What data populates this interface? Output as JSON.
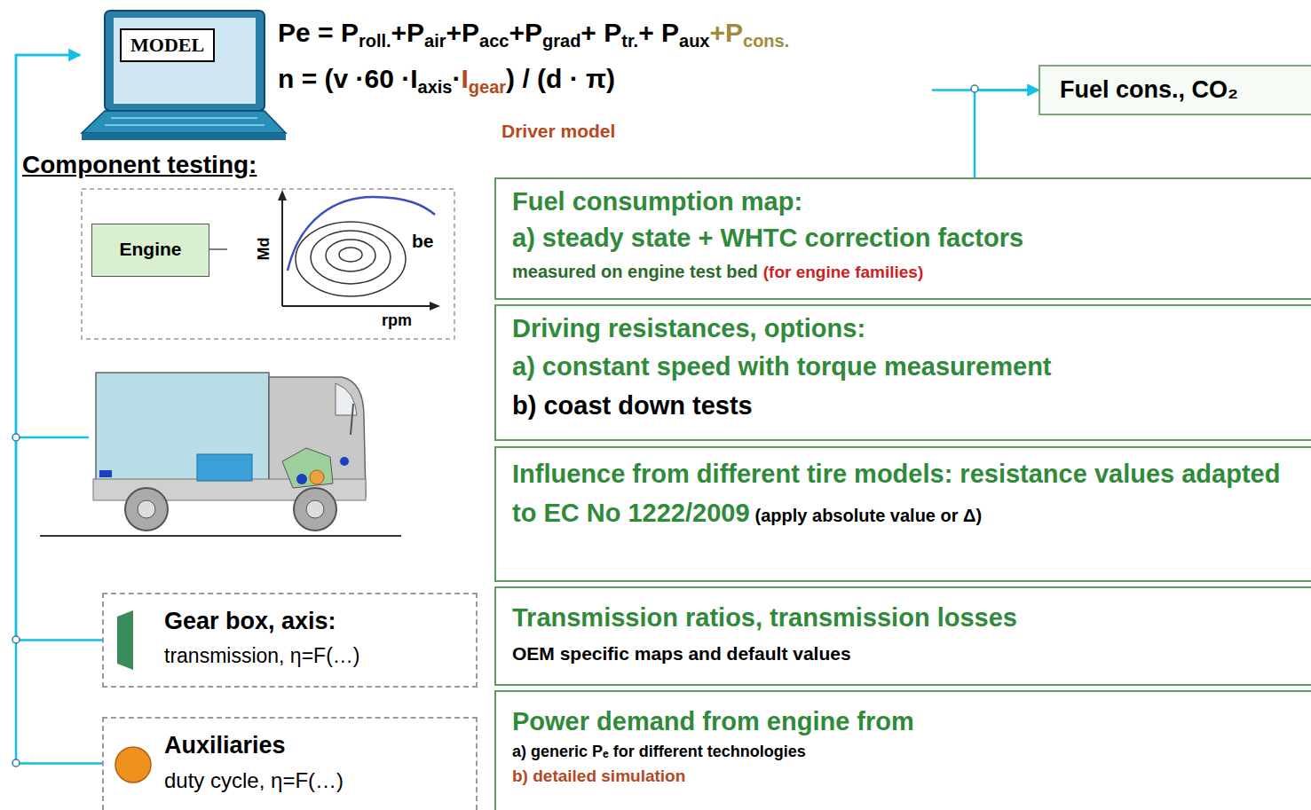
{
  "diagram": {
    "nodes": [
      {
        "text": [
          "MODEL"
        ]
      },
      {
        "text": [
          "Fuel cons., CO₂"
        ]
      },
      {
        "text": [
          "Engine"
        ]
      },
      {
        "text": [
          "Gear box, axis:",
          "transmission, η=F(…)"
        ]
      },
      {
        "text": [
          "Auxiliaries",
          "duty cycle, η=F(…)"
        ]
      },
      {
        "text": [
          "Fuel consumption map:",
          "a) steady state + WHTC correction factors",
          "measured on engine test bed",
          "(for engine families)"
        ]
      },
      {
        "text": [
          "Driving resistances, options:",
          "a) constant speed with torque measurement",
          "b) coast down tests"
        ]
      },
      {
        "text": [
          "Influence from different tire models: resistance values adapted to EC No 1222/2009",
          "(apply absolute value or Δ)"
        ]
      },
      {
        "text": [
          "Transmission ratios, transmission losses",
          "OEM specific maps and default values"
        ]
      },
      {
        "text": [
          "Power demand from engine from",
          "a) generic Pₑ for different technologies",
          "b) detailed simulation"
        ]
      }
    ],
    "edges": [
      {
        "from": 0,
        "to": 1,
        "arrow": "to"
      },
      {
        "from": 5,
        "to": 1,
        "arrow": "to"
      },
      {
        "from": 3,
        "to": 0,
        "arrow": "to"
      },
      {
        "from": 4,
        "to": 0,
        "arrow": "to"
      }
    ],
    "labels": [
      "Pe = P",
      "roll.",
      "+P",
      "air",
      "+P",
      "acc",
      "+P",
      "grad",
      "+ P",
      "tr.",
      "+ P",
      "aux",
      "+P",
      "cons.",
      "n = (v ·60 ·I",
      "axis",
      "·",
      "I",
      "gear",
      ") / (d · π)",
      "Driver model",
      "Component testing:",
      "Md",
      "be",
      "rpm"
    ]
  }
}
